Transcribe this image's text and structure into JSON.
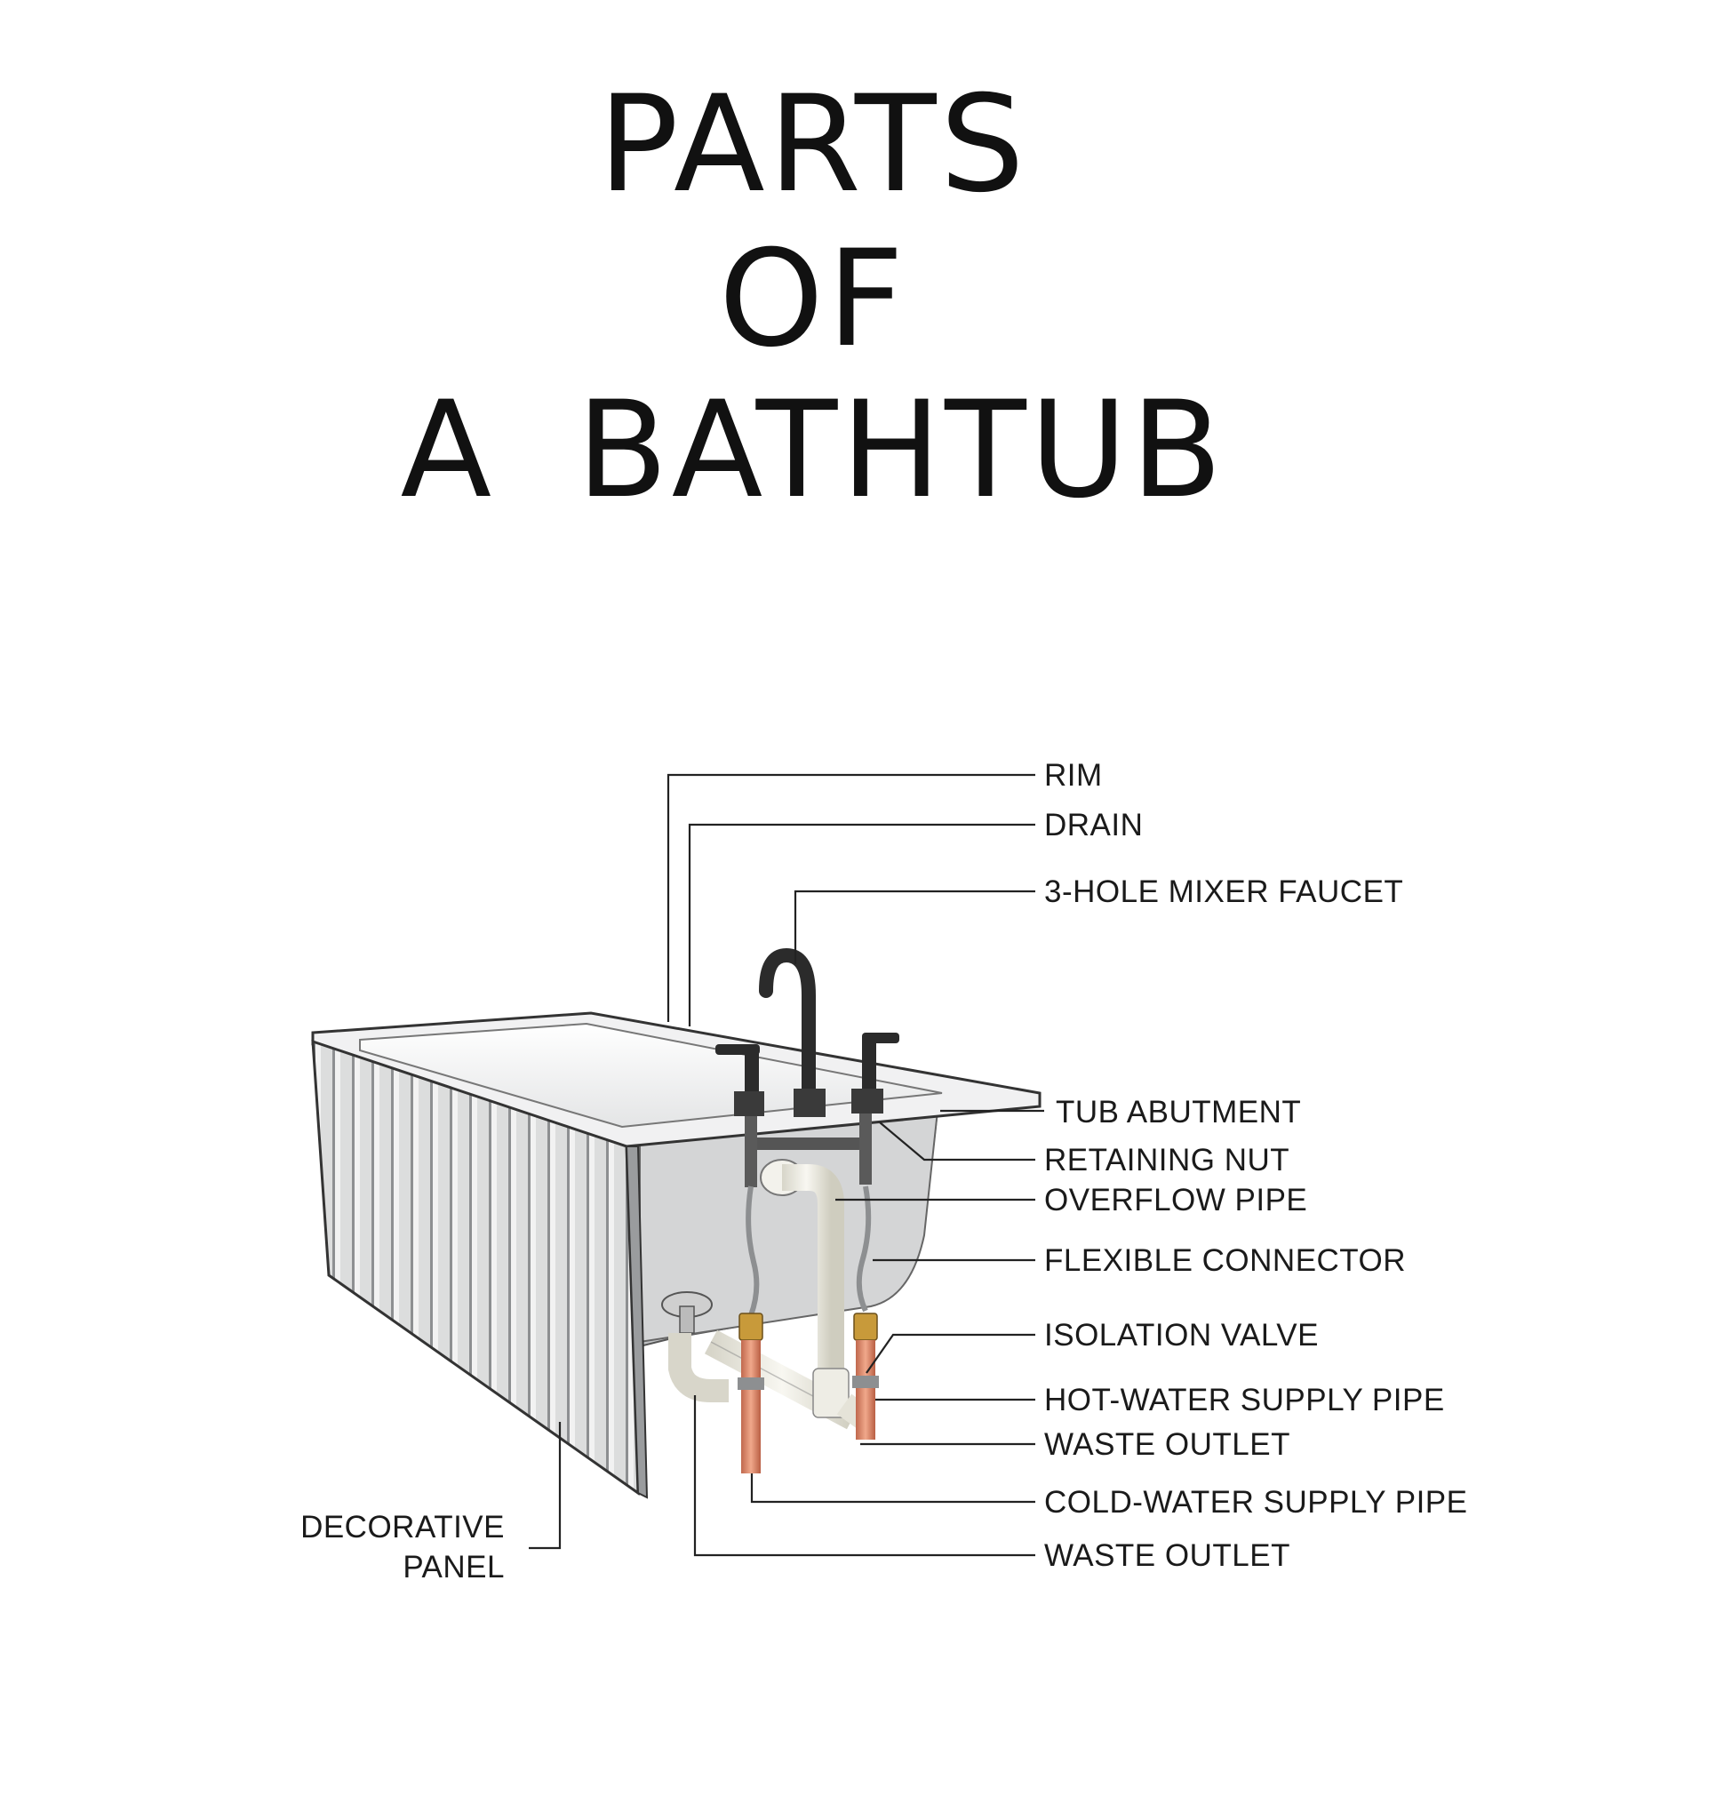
{
  "title": {
    "line1": "PARTS",
    "line2": "OF",
    "line3": "A BATHTUB"
  },
  "labels": {
    "rim": "RIM",
    "drain": "DRAIN",
    "faucet": "3-HOLE MIXER FAUCET",
    "tub_abutment": "TUB ABUTMENT",
    "retaining_nut": "RETAINING NUT",
    "overflow_pipe": "OVERFLOW PIPE",
    "flexible_connector": "FLEXIBLE CONNECTOR",
    "isolation_valve": "ISOLATION VALVE",
    "hot_water_supply_pipe": "HOT-WATER SUPPLY PIPE",
    "waste_outlet_1": "WASTE OUTLET",
    "cold_water_supply_pipe": "COLD-WATER SUPPLY PIPE",
    "waste_outlet_2": "WASTE OUTLET",
    "decorative_panel_line1": "DECORATIVE",
    "decorative_panel_line2": "PANEL"
  },
  "colors": {
    "tub": "#e6e7e8",
    "tub_shadow": "#c9cbcd",
    "panel": "#d9dadb",
    "faucet": "#2b2b2b",
    "pvc": "#efeee6",
    "copper": "#d9876a",
    "brass": "#c89a3a"
  }
}
